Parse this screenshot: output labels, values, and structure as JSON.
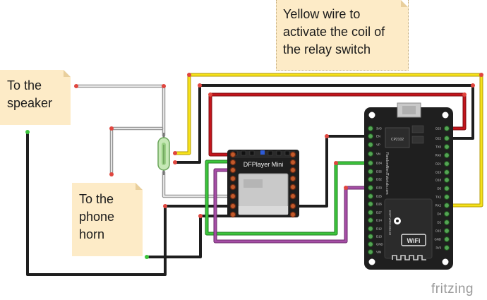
{
  "notes": {
    "relay": "Yellow wire to\nactivate the coil of\nthe relay switch",
    "speaker": "To the\nspeaker",
    "horn": "To the\nphone\nhorn"
  },
  "dfplayer": {
    "label": "DFPlayer Mini"
  },
  "esp32": {
    "chip": "CP2102",
    "site": "RandomNerdTutorials.com",
    "module": "ESP-WROOM-32",
    "wifi": "WiFi",
    "pins_left": [
      "3V3",
      "EN",
      "VP",
      "VN",
      "D34",
      "D35",
      "D32",
      "D33",
      "D25",
      "D26",
      "D27",
      "D14",
      "D12",
      "D13",
      "GND",
      "VIN"
    ],
    "pins_right": [
      "D23",
      "D22",
      "TX0",
      "RX0",
      "D21",
      "D19",
      "D18",
      "D5",
      "TX2",
      "RX2",
      "D4",
      "D2",
      "D15",
      "GND",
      "3V3"
    ]
  },
  "wire_colors": {
    "yellow": "#f6e21b",
    "red": "#c4151c",
    "black": "#1e1e1e",
    "green": "#3cc53c",
    "purple": "#a64ea6",
    "grey": "#bdbdbd"
  },
  "brand": "fritzing"
}
